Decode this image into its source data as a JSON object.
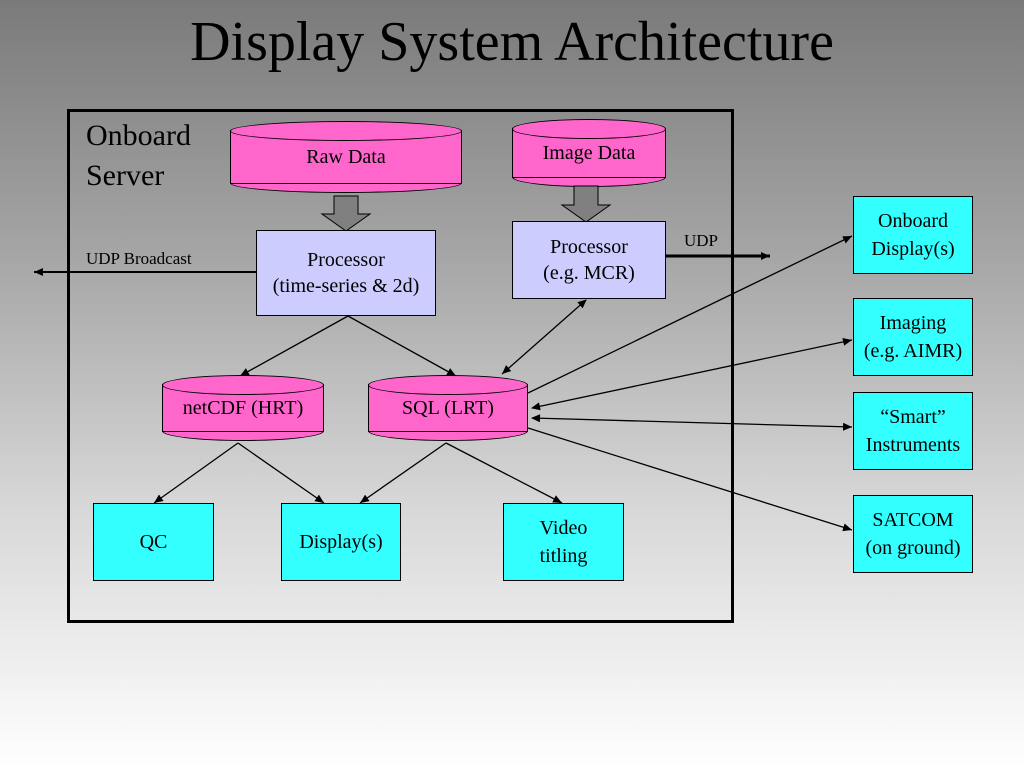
{
  "title": "Display System Architecture",
  "server": {
    "label": "Onboard Server"
  },
  "nodes": {
    "raw_data": "Raw Data",
    "image_data": "Image Data",
    "processor_ts": "Processor\n(time-series & 2d)",
    "processor_mcr": "Processor\n(e.g. MCR)",
    "netcdf": "netCDF (HRT)",
    "sql": "SQL (LRT)",
    "qc": "QC",
    "displays": "Display(s)",
    "video": "Video\ntitling",
    "onboard_displays": "Onboard\nDisplay(s)",
    "imaging": "Imaging\n(e.g. AIMR)",
    "smart": "“Smart”\nInstruments",
    "satcom": "SATCOM\n(on ground)"
  },
  "labels": {
    "udp_broadcast": "UDP Broadcast",
    "udp": "UDP"
  },
  "colors": {
    "database": "#ff66cc",
    "processor": "#ccccff",
    "endpoint": "#33ffff",
    "block_arrow": "#808080"
  }
}
